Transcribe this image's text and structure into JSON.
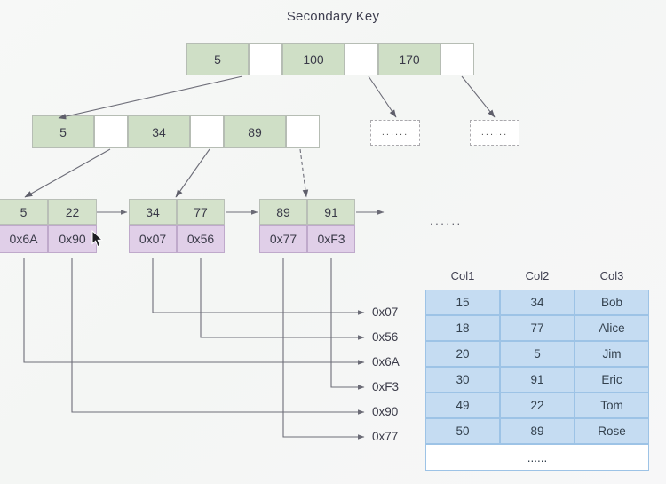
{
  "title": "Secondary Key",
  "colors": {
    "key_fill": "#cfdfc6",
    "leaf_key_fill": "#d4e2cb",
    "leaf_addr_fill": "#e0cfe8",
    "table_fill": "#c5dcf2",
    "table_border": "#9dc3e6",
    "node_border": "#b6bdb4",
    "edge_stroke": "#6d6d78",
    "text": "#3a3a48"
  },
  "tree": {
    "root": {
      "cells": [
        {
          "type": "key",
          "label": "5"
        },
        {
          "type": "pointer",
          "label": ""
        },
        {
          "type": "key",
          "label": "100"
        },
        {
          "type": "pointer",
          "label": ""
        },
        {
          "type": "key",
          "label": "170"
        },
        {
          "type": "pointer",
          "label": ""
        }
      ]
    },
    "internal": {
      "cells": [
        {
          "type": "key",
          "label": "5"
        },
        {
          "type": "pointer",
          "label": ""
        },
        {
          "type": "key",
          "label": "34"
        },
        {
          "type": "pointer",
          "label": ""
        },
        {
          "type": "key",
          "label": "89"
        },
        {
          "type": "pointer",
          "label": ""
        }
      ]
    },
    "leaves": [
      {
        "keys": [
          "5",
          "22"
        ],
        "addresses": [
          "0x6A",
          "0x90"
        ]
      },
      {
        "keys": [
          "34",
          "77"
        ],
        "addresses": [
          "0x07",
          "0x56"
        ]
      },
      {
        "keys": [
          "89",
          "91"
        ],
        "addresses": [
          "0x77",
          "0xF3"
        ]
      }
    ],
    "placeholders": [
      {
        "label": "......"
      },
      {
        "label": "......"
      }
    ],
    "leaf_overflow_ellipsis": "......"
  },
  "address_labels": [
    {
      "label": "0x07"
    },
    {
      "label": "0x56"
    },
    {
      "label": "0x6A"
    },
    {
      "label": "0xF3"
    },
    {
      "label": "0x90"
    },
    {
      "label": "0x77"
    }
  ],
  "table": {
    "headers": [
      "Col1",
      "Col2",
      "Col3"
    ],
    "rows": [
      [
        "15",
        "34",
        "Bob"
      ],
      [
        "18",
        "77",
        "Alice"
      ],
      [
        "20",
        "5",
        "Jim"
      ],
      [
        "30",
        "91",
        "Eric"
      ],
      [
        "49",
        "22",
        "Tom"
      ],
      [
        "50",
        "89",
        "Rose"
      ]
    ],
    "footer": "......"
  },
  "cursor": {
    "name": "mouse-pointer"
  }
}
